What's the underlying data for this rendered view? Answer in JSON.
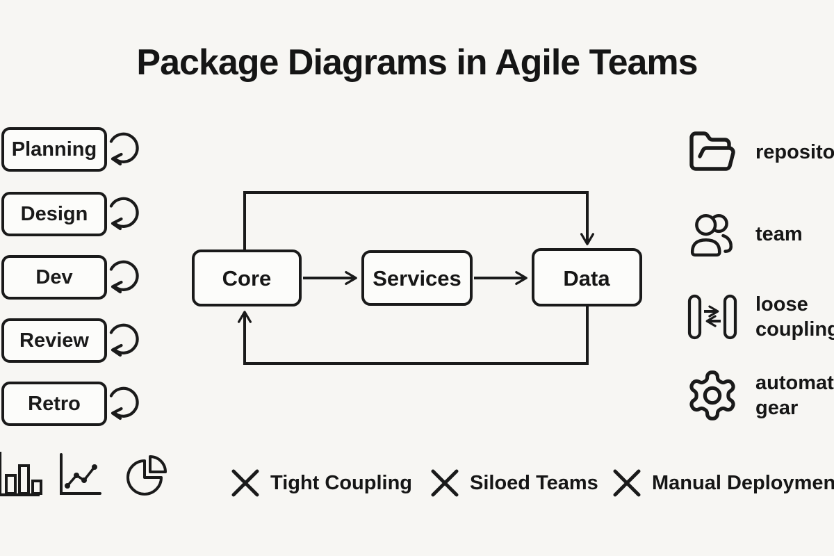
{
  "title": "Package Diagrams in Agile Teams",
  "colors": {
    "background": "#f7f6f3",
    "ink": "#1a1a1a",
    "box_fill": "#fcfcfa"
  },
  "stages": {
    "items": [
      {
        "label": "Planning",
        "icon": "self-loop-arrow"
      },
      {
        "label": "Design",
        "icon": "self-loop-arrow"
      },
      {
        "label": "Dev",
        "icon": "self-loop-arrow"
      },
      {
        "label": "Review",
        "icon": "self-loop-arrow"
      },
      {
        "label": "Retro",
        "icon": "self-loop-arrow"
      }
    ]
  },
  "flow": {
    "nodes": [
      {
        "label": "Core"
      },
      {
        "label": "Services"
      },
      {
        "label": "Data"
      }
    ],
    "edges": [
      {
        "from": "Core",
        "to": "Services"
      },
      {
        "from": "Services",
        "to": "Data"
      },
      {
        "from": "Core",
        "to": "Data",
        "route": "top-feedback-loop"
      },
      {
        "from": "Data",
        "to": "Core",
        "route": "bottom-feedback-loop"
      }
    ]
  },
  "legend": {
    "items": [
      {
        "icon": "open-folder-icon",
        "label": "repository"
      },
      {
        "icon": "team-icon",
        "label": "team"
      },
      {
        "icon": "loose-coupling-icon",
        "label": "loose coupling"
      },
      {
        "icon": "gear-icon",
        "label": "automation gear"
      }
    ]
  },
  "footer": {
    "chart_icons": [
      "bar-chart-icon",
      "line-chart-icon",
      "pie-chart-icon"
    ],
    "antipatterns": [
      {
        "icon": "x-icon",
        "label": "Tight Coupling"
      },
      {
        "icon": "x-icon",
        "label": "Siloed Teams"
      },
      {
        "icon": "x-icon",
        "label": "Manual Deployment"
      }
    ]
  }
}
